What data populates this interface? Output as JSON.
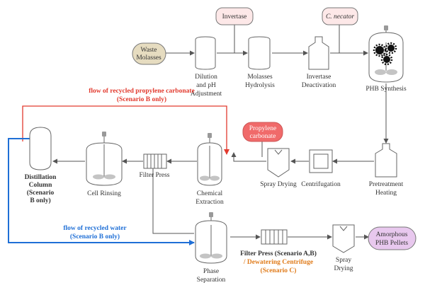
{
  "colors": {
    "red": "#e23a2e",
    "blue": "#1f6fd6",
    "orange": "#e07b1a",
    "molasses_fill": "#e6dcc0",
    "pink_fill": "#fde8e8",
    "salmon_fill": "#f06a6a",
    "purple_fill": "#e8c8ee",
    "line": "#555555"
  },
  "inputs": {
    "waste_molasses": [
      "Waste",
      "Molasses"
    ],
    "invertase": "Invertase",
    "c_necator": "C. necator",
    "propylene_carbonate": [
      "Propylene",
      "carbonate"
    ],
    "output": [
      "Amorphous",
      "PHB Pellets"
    ]
  },
  "units": {
    "dilution": [
      "Dilution",
      "and pH",
      "Adjustment"
    ],
    "hydrolysis": [
      "Molasses",
      "Hydrolysis"
    ],
    "deactivation": [
      "Invertase",
      "Deactivation"
    ],
    "phb_synthesis": "PHB Synthesis",
    "pretreatment": [
      "Pretreatment",
      "Heating"
    ],
    "centrifugation": "Centrifugation",
    "spray_drying_1": "Spray Drying",
    "chemical_extraction": [
      "Chemical",
      "Extraction"
    ],
    "filter_press_1": "Filter Press",
    "cell_rinsing": "Cell Rinsing",
    "distillation": [
      "Distillation",
      "Column",
      "(Scenario",
      "B only)"
    ],
    "phase_separation": [
      "Phase",
      "Separation"
    ],
    "filter_press_2": "Filter Press (Scenario A,B)",
    "dewatering": [
      "/ Dewatering Centrifuge",
      "(Scenario C)"
    ],
    "spray_drying_2": [
      "Spray",
      "Drying"
    ]
  },
  "flows": {
    "propylene_recycle": [
      "flow of recycled propylene carbonate",
      "(Scenario B only)"
    ],
    "water_recycle": [
      "flow of recycled water",
      "(Scenario B only)"
    ]
  }
}
